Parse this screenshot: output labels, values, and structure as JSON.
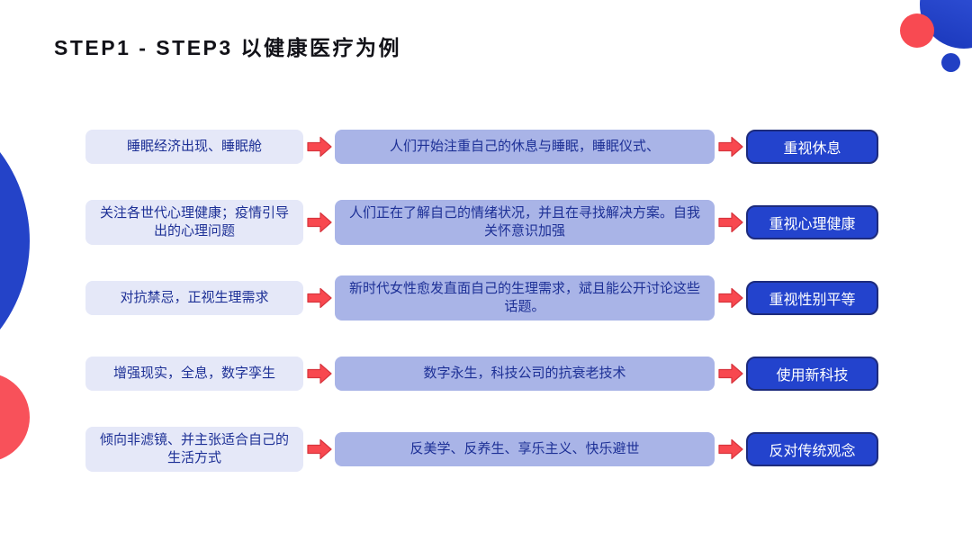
{
  "title": "STEP1 - STEP3 以健康医疗为例",
  "rows": [
    {
      "left": "睡眠经济出现、睡眠舱",
      "middle": "人们开始注重自己的休息与睡眠，睡眠仪式、",
      "right": "重视休息"
    },
    {
      "left": "关注各世代心理健康；疫情引导出的心理问题",
      "middle": "人们正在了解自己的情绪状况，并且在寻找解决方案。自我关怀意识加强",
      "right": "重视心理健康"
    },
    {
      "left": "对抗禁忌，正视生理需求",
      "middle": "新时代女性愈发直面自己的生理需求，斌且能公开讨论这些话题。",
      "right": "重视性别平等"
    },
    {
      "left": "增强现实，全息，数字孪生",
      "middle": "数字永生，科技公司的抗衰老技术",
      "right": "使用新科技"
    },
    {
      "left": "倾向非滤镜、并主张适合自己的生活方式",
      "middle": "反美学、反养生、享乐主义、快乐避世",
      "right": "反对传统观念"
    }
  ],
  "icons": {
    "arrow": "arrow-right-icon"
  },
  "colors": {
    "left_box_bg": "#e5e8f8",
    "middle_box_bg": "#a9b4e7",
    "box_text": "#1d3096",
    "button_bg": "#2343cd",
    "button_border": "#1d2b7c",
    "button_text": "#ffffff",
    "arrow_fill": "#f8484f",
    "arrow_stroke": "#d8353e",
    "decor_blue": "#2443c8",
    "decor_red": "#f8515a",
    "title_text": "#121218"
  }
}
